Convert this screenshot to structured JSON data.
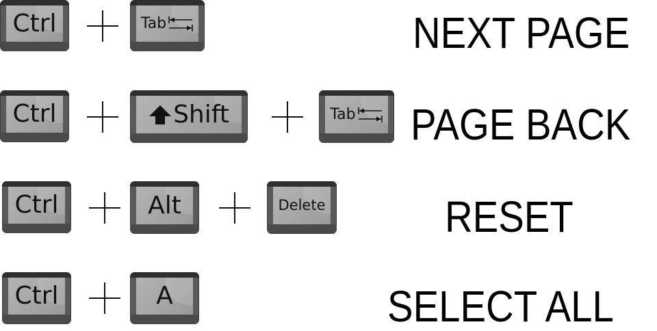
{
  "shortcuts": [
    {
      "keys": [
        "Ctrl",
        "Tab"
      ],
      "action": "NEXT PAGE"
    },
    {
      "keys": [
        "Ctrl",
        "Shift",
        "Tab"
      ],
      "action": "PAGE BACK"
    },
    {
      "keys": [
        "Ctrl",
        "Alt",
        "Delete"
      ],
      "action": "RESET"
    },
    {
      "keys": [
        "Ctrl",
        "A"
      ],
      "action": "SELECT ALL"
    }
  ],
  "icons": {
    "plus": "plus-icon",
    "tab_arrows": "tab-arrows-icon",
    "shift_arrow": "shift-up-arrow-icon"
  },
  "colors": {
    "key_face": "#a8a8a8",
    "key_bevel_dark": "#2f2f2f",
    "key_bevel_mid": "#5a5a5a",
    "text": "#000000",
    "background": "#ffffff"
  }
}
